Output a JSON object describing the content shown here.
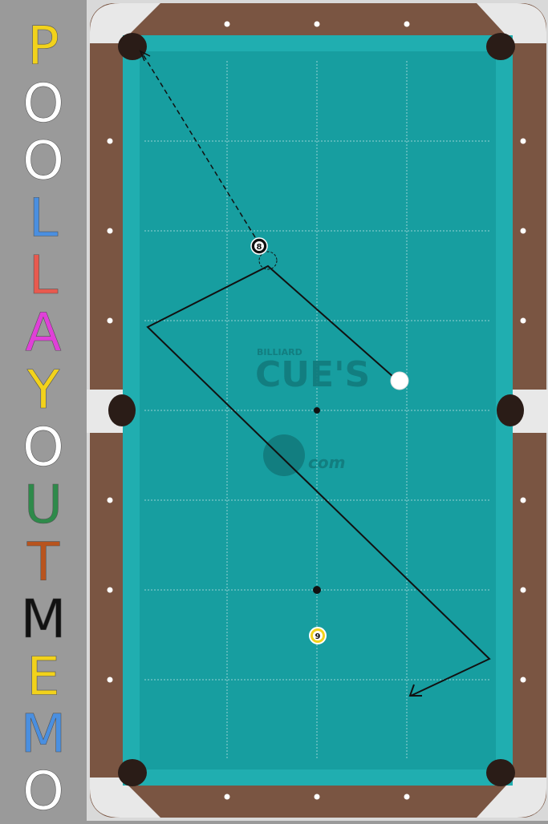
{
  "title_letters": [
    {
      "char": "P",
      "color": "#f2d21b"
    },
    {
      "char": "O",
      "color": "#ffffff"
    },
    {
      "char": "O",
      "color": "#ffffff"
    },
    {
      "char": "L",
      "color": "#4a8fe0"
    },
    {
      "char": "L",
      "color": "#e85a4f"
    },
    {
      "char": "A",
      "color": "#e040d8"
    },
    {
      "char": "Y",
      "color": "#f2d21b"
    },
    {
      "char": "O",
      "color": "#ffffff"
    },
    {
      "char": "U",
      "color": "#2e8a4a"
    },
    {
      "char": "T",
      "color": "#b8541e"
    },
    {
      "char": "M",
      "color": "#111111"
    },
    {
      "char": "E",
      "color": "#f2d21b"
    },
    {
      "char": "M",
      "color": "#4a8fe0"
    },
    {
      "char": "O",
      "color": "#ffffff"
    }
  ],
  "watermark": {
    "line1": "BILLIARD",
    "line2": "CUE'S",
    "line3": "com"
  },
  "balls": {
    "eight": {
      "label": "8"
    },
    "nine": {
      "label": "9"
    },
    "cue": {
      "label": ""
    }
  },
  "colors": {
    "felt": "#179ea0",
    "cushion": "#1fb0b1",
    "rail_wood": "#7a5542",
    "rail_corner": "#e6e6e6",
    "pocket": "#2a1c17",
    "background": "#9a9a9a"
  },
  "icons": {
    "pockets": "pocket-icon",
    "diamonds": "diamond-icon",
    "cue_path": "cue-path-arrow",
    "aim_line": "dashed-aim-line"
  }
}
